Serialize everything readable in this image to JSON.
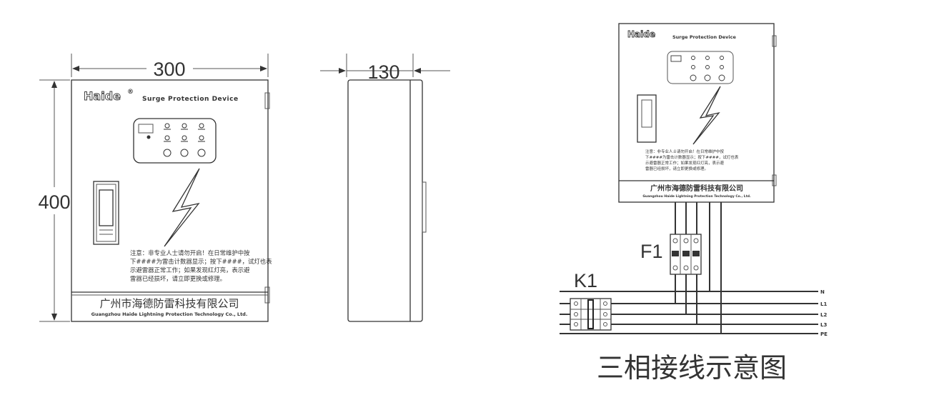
{
  "dimensions": {
    "width": "300",
    "depth": "130",
    "height": "400"
  },
  "front_panel": {
    "brand": "Haide",
    "brand_mark": "®",
    "product": "Surge Protection Device",
    "warning_lines": [
      "注意：非专业人士请勿开启！在日常维护中按",
      "下####为雷击计数器显示；按下####，试灯也表",
      "示避雷器正常工作；如果发现红灯亮，表示避",
      "雷器已经损坏，请立即更换或修理。"
    ],
    "company_cn": "广州市海德防雷科技有限公司",
    "company_en": "Guangzhou Haide Lightning Protection Technology Co., Ltd."
  },
  "wiring": {
    "fuse_label": "F1",
    "breaker_label": "K1",
    "lines": [
      "N",
      "L1",
      "L2",
      "L3",
      "PE"
    ],
    "caption": "三相接线示意图"
  }
}
